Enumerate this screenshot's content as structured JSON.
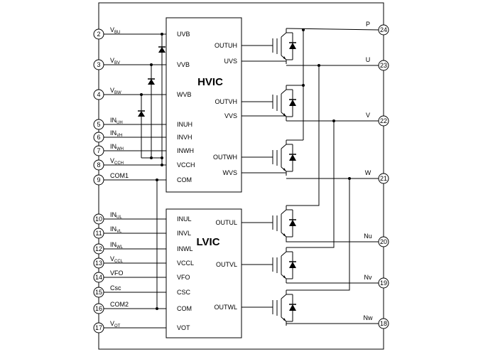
{
  "hvic": {
    "title": "HVIC",
    "left_pins": [
      "UVB",
      "VVB",
      "WVB",
      "INUH",
      "INVH",
      "INWH",
      "VCCH",
      "COM"
    ],
    "outputs": [
      "OUTUH",
      "UVS",
      "OUTVH",
      "VVS",
      "OUTWH",
      "WVS"
    ]
  },
  "lvic": {
    "title": "LVIC",
    "left_pins": [
      "INUL",
      "INVL",
      "INWL",
      "VCCL",
      "VFO",
      "CSC",
      "COM",
      "VOT"
    ],
    "outputs": [
      "OUTUL",
      "OUTVL",
      "OUTWL"
    ]
  },
  "left_terminals": [
    {
      "num": "2",
      "label": "V",
      "sub": "BU"
    },
    {
      "num": "3",
      "label": "V",
      "sub": "BV"
    },
    {
      "num": "4",
      "label": "V",
      "sub": "BW"
    },
    {
      "num": "5",
      "label": "IN",
      "sub": "UH"
    },
    {
      "num": "6",
      "label": "IN",
      "sub": "VH"
    },
    {
      "num": "7",
      "label": "IN",
      "sub": "WH"
    },
    {
      "num": "8",
      "label": "V",
      "sub": "CCH"
    },
    {
      "num": "9",
      "label": "COM1",
      "sub": ""
    },
    {
      "num": "10",
      "label": "IN",
      "sub": "UL"
    },
    {
      "num": "11",
      "label": "IN",
      "sub": "VL"
    },
    {
      "num": "12",
      "label": "IN",
      "sub": "WL"
    },
    {
      "num": "13",
      "label": "V",
      "sub": "CCL"
    },
    {
      "num": "14",
      "label": "VFO",
      "sub": ""
    },
    {
      "num": "15",
      "label": "Csc",
      "sub": ""
    },
    {
      "num": "16",
      "label": "COM2",
      "sub": ""
    },
    {
      "num": "17",
      "label": "V",
      "sub": "OT"
    }
  ],
  "right_terminals": [
    {
      "num": "24",
      "label": "P"
    },
    {
      "num": "23",
      "label": "U"
    },
    {
      "num": "22",
      "label": "V"
    },
    {
      "num": "21",
      "label": "W"
    },
    {
      "num": "20",
      "label": "Nu"
    },
    {
      "num": "19",
      "label": "Nv"
    },
    {
      "num": "18",
      "label": "Nw"
    }
  ]
}
